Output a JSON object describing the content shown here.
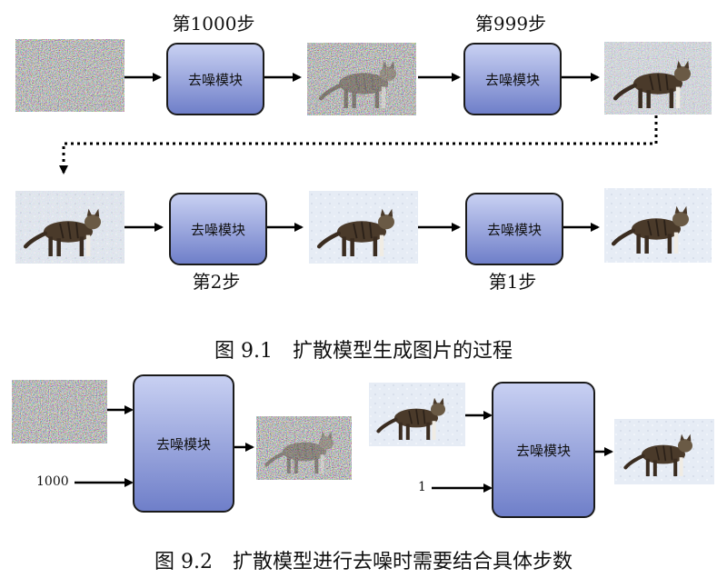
{
  "figure1": {
    "step_labels": [
      "第1000步",
      "第999步",
      "第2步",
      "第1步"
    ],
    "module_label": "去噪模块",
    "caption": "图 9.1　扩散模型生成图片的过程"
  },
  "figure2": {
    "module_label": "去噪模块",
    "left_input": "1000",
    "right_input": "1",
    "caption": "图 9.2　扩散模型进行去噪时需要结合具体步数"
  },
  "colors": {
    "module_fill_top": "#c8d0f2",
    "module_fill_bottom": "#6f7fc9",
    "snow": "#e9eef6",
    "cat": "#4a3a2a"
  },
  "icons": [
    "noise-image",
    "cat-image",
    "arrow-right",
    "dotted-arrow-down"
  ]
}
